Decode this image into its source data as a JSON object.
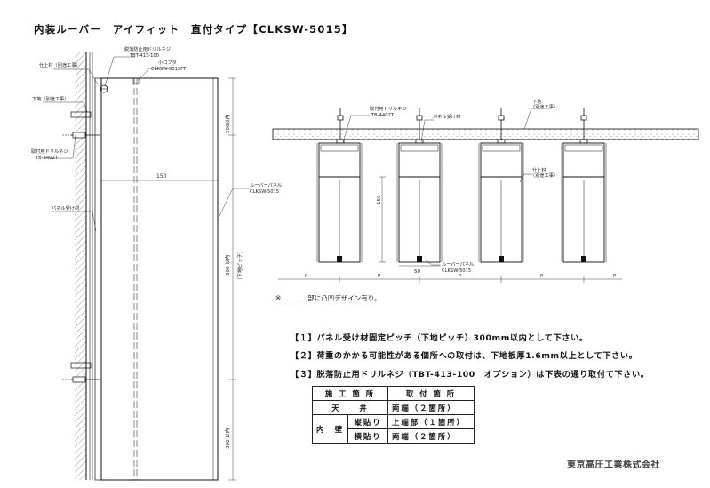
{
  "title": "内装ルーバー　アイフィット　直付タイプ【CLKSW-5015】",
  "side_view": {
    "labels": {
      "drill_screw": "脱落防止用ドリルネジ",
      "drill_screw_code": "TBT-413-100",
      "cap": "小口フタ",
      "cap_code": "CLKSW-5015FT",
      "finish": "仕上材（別途工事）",
      "substrate": "下地（別途工事）",
      "fixing_screw": "取付用ドリルネジ",
      "fixing_screw_code": "TB-4402T",
      "panel_receiver": "パネル受け材",
      "louver_panel": "ルーバーパネル",
      "louver_panel_code": "CLKSW-5015",
      "dim_150": "150",
      "dim_top": "200以内",
      "dim_mid": "300 以内",
      "dim_pitch": "（下地ピッチ）",
      "dim_bottom": "300 以内"
    }
  },
  "section_view": {
    "labels": {
      "fixing_screw": "取付用ドリルネジ",
      "fixing_screw_code": "TB-4402T",
      "panel_receiver": "パネル受け材",
      "substrate": "下地",
      "substrate_note": "（別途工事）",
      "finish": "仕上材",
      "finish_note": "（別途工事）",
      "dim_150": "150",
      "dim_50": "50",
      "louver_panel": "ルーバーパネル",
      "louver_panel_code": "CLKSW-5015",
      "pitch": "P"
    },
    "legend": "※…………部に凸凹デザイン有り。"
  },
  "notes": [
    "【１】パネル受け材固定ピッチ（下地ピッチ）300mm以内として下さい。",
    "【２】荷重のかかる可能性がある個所への取付は、下地板厚1.6mm以上として下さい。",
    "【３】脱落防止用ドリルネジ（TBT-413-100　オプション）は下表の通り取付て下さい。"
  ],
  "table": {
    "header": [
      "施 工 箇 所",
      "取 付 箇 所"
    ],
    "ceiling": "天　　井",
    "ceiling_value": "両端（２箇所）",
    "wall": "内　壁",
    "vertical": "縦貼り",
    "vertical_value": "上端部（１箇所）",
    "horizontal": "横貼り",
    "horizontal_value": "両端（２箇所）"
  },
  "company": "東京高圧工業株式会社"
}
